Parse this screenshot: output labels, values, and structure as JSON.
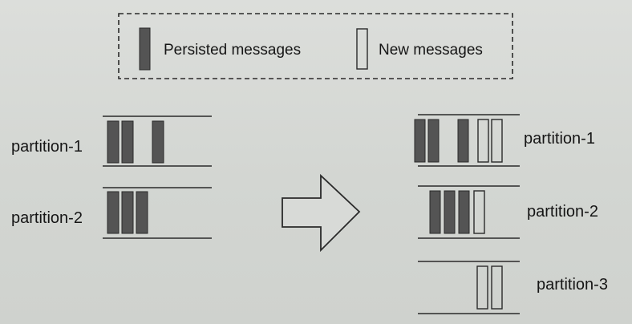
{
  "legend": {
    "persisted_label": "Persisted messages",
    "new_label": "New messages"
  },
  "colors": {
    "persisted_fill": "#545454",
    "line": "#2a2a2a",
    "text": "#161616"
  },
  "before": {
    "partitions": [
      {
        "label": "partition-1",
        "persisted_messages": 3,
        "new_messages": 0
      },
      {
        "label": "partition-2",
        "persisted_messages": 3,
        "new_messages": 0
      }
    ]
  },
  "after": {
    "partitions": [
      {
        "label": "partition-1",
        "persisted_messages": 3,
        "new_messages": 2
      },
      {
        "label": "partition-2",
        "persisted_messages": 3,
        "new_messages": 1
      },
      {
        "label": "partition-3",
        "persisted_messages": 0,
        "new_messages": 2
      }
    ]
  }
}
